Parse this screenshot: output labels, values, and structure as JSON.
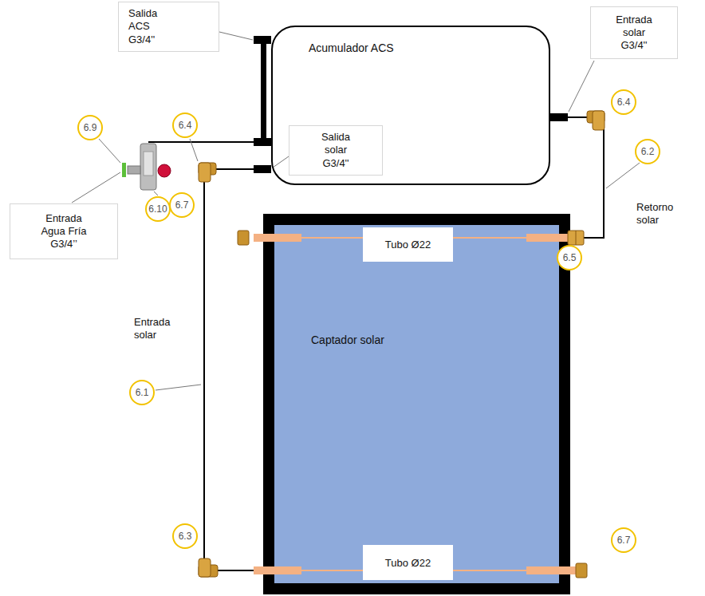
{
  "diagram": {
    "nodes": [
      {
        "text": [
          "Salida ACS G3/4''"
        ]
      },
      {
        "text": [
          "Acumulador ACS"
        ]
      },
      {
        "text": [
          "Salida solar G3/4''"
        ],
        "in": 1
      },
      {
        "text": [
          "Entrada solar G3/4''"
        ]
      },
      {
        "text": [
          "6.4"
        ]
      },
      {
        "text": [
          "6.9"
        ]
      },
      {
        "text": [
          "6.4"
        ]
      },
      {
        "text": [
          "6.2"
        ]
      },
      {
        "text": [
          "6.7"
        ]
      },
      {
        "text": [
          "Entrada Agua Fría G3/4’’"
        ]
      },
      {
        "text": [
          "6.10"
        ]
      },
      {
        "text": [
          "Captador solar"
        ]
      },
      {
        "text": [
          "Tubo Ø22"
        ],
        "in": 11
      },
      {
        "text": [
          "6.5"
        ]
      },
      {
        "text": [
          "6.1"
        ]
      },
      {
        "text": [
          "6.3"
        ]
      },
      {
        "text": [
          "Tubo Ø22"
        ],
        "in": 11
      },
      {
        "text": [
          "6.7"
        ]
      }
    ],
    "edges": [
      {
        "from": 11,
        "to": 1,
        "arrow": "none",
        "label": "Entrada solar"
      },
      {
        "from": 11,
        "to": 1,
        "arrow": "none",
        "label": "Retorno solar"
      }
    ]
  }
}
